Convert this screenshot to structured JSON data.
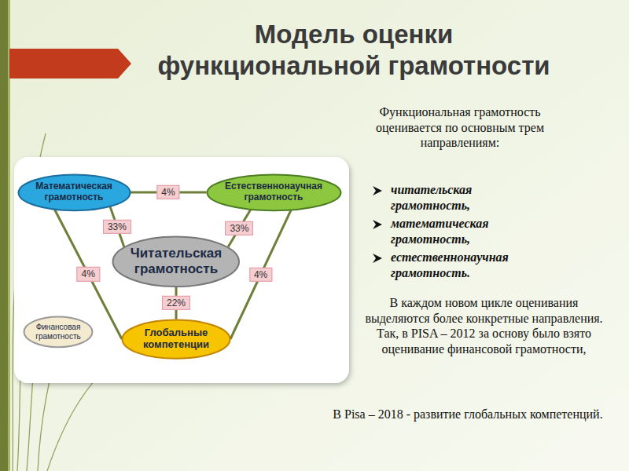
{
  "diagram": {
    "title": "Модель оценки функциональной грамотности",
    "nodes": [
      {
        "text": [
          "Математическая грамотность"
        ]
      },
      {
        "text": [
          "Естественнонаучная грамотность"
        ]
      },
      {
        "text": [
          "Читательская грамотность"
        ]
      },
      {
        "text": [
          "Финансовая грамотность"
        ]
      },
      {
        "text": [
          "Глобальные компетенции"
        ]
      }
    ],
    "edges": [
      {
        "from": 0,
        "to": 1,
        "label": "4%",
        "arrow": "none"
      },
      {
        "from": 0,
        "to": 2,
        "label": "33%",
        "arrow": "none"
      },
      {
        "from": 1,
        "to": 2,
        "label": "33%",
        "arrow": "none"
      },
      {
        "from": 0,
        "to": 4,
        "label": "4%",
        "arrow": "none"
      },
      {
        "from": 1,
        "to": 4,
        "label": "4%",
        "arrow": "none"
      },
      {
        "from": 2,
        "to": 4,
        "label": "22%",
        "arrow": "none"
      }
    ],
    "labels": [
      "Функциональная грамотность оценивается по основным трем направлениям:",
      "читательская грамотность,",
      "математическая грамотность,",
      "естественнонаучная грамотность.",
      "В каждом новом цикле оценивания выделяются более конкретные направления. Так, в PISA – 2012 за основу было взято оценивание финансовой грамотности,",
      "В Pisa – 2018 - развитие глобальных компетенций."
    ]
  }
}
